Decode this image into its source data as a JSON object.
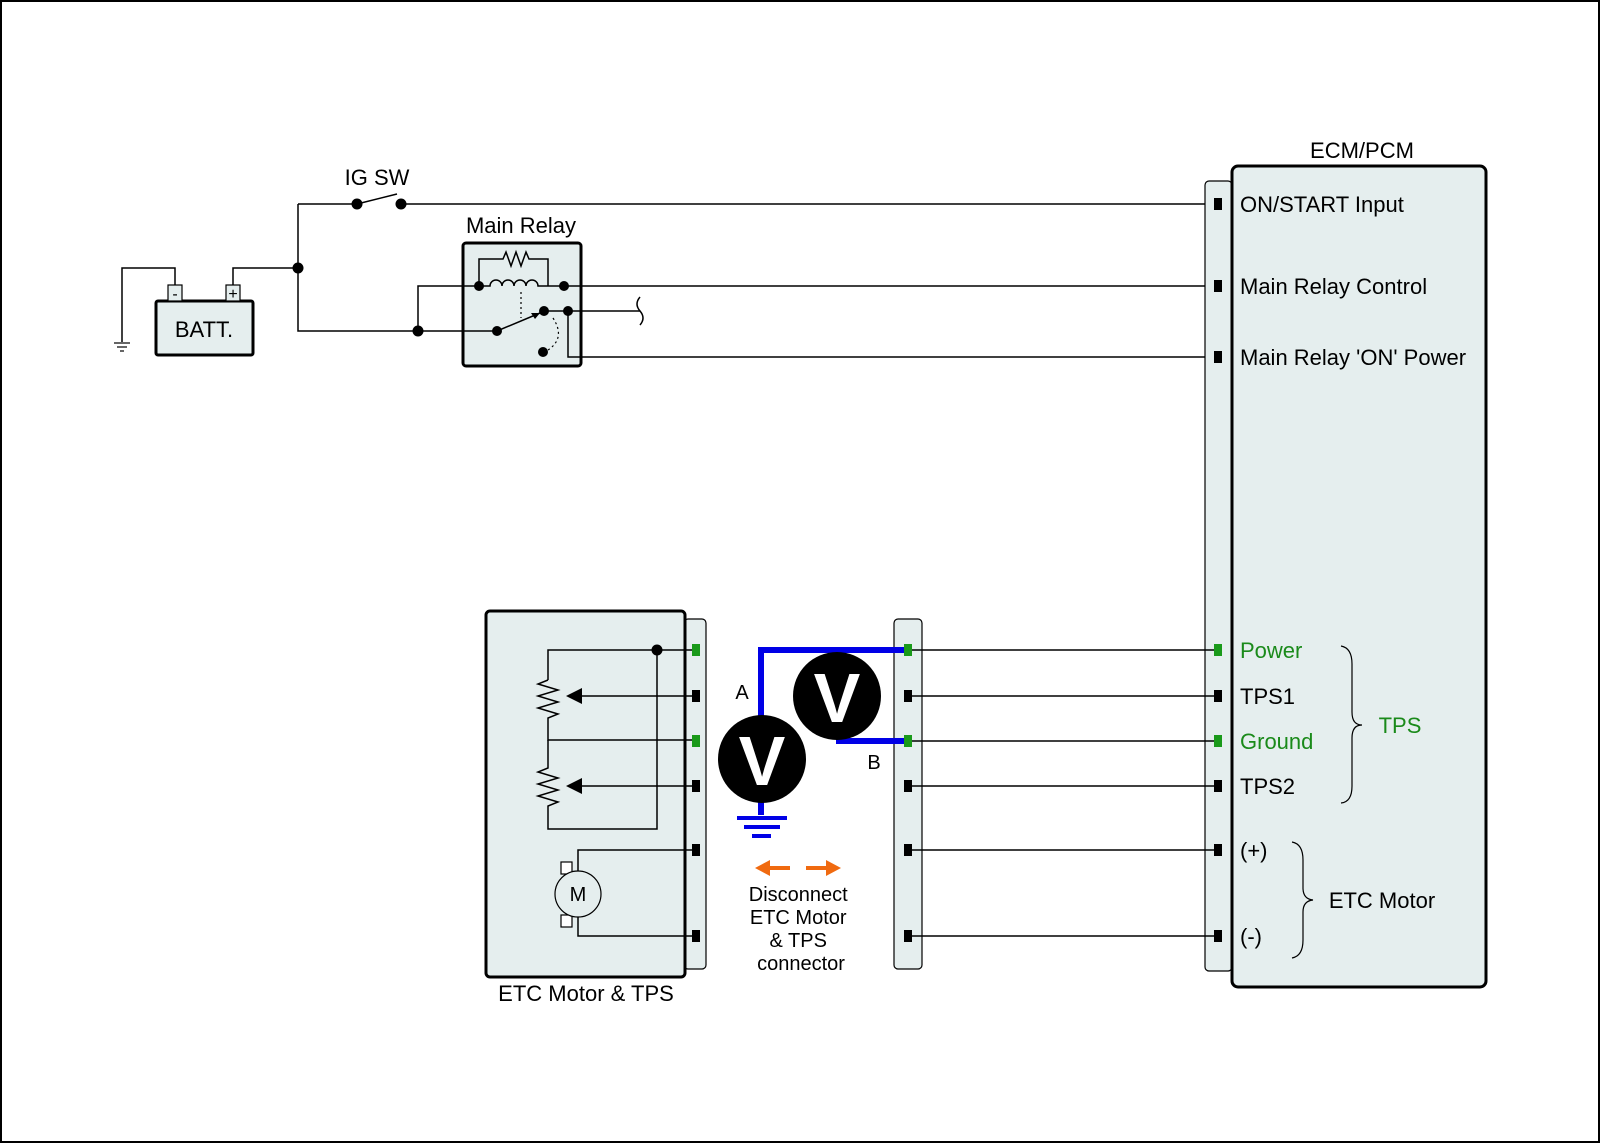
{
  "labels": {
    "ig_sw": "IG SW",
    "main_relay": "Main Relay",
    "battery": "BATT.",
    "battery_neg": "-",
    "battery_pos": "+",
    "ecm_title": "ECM/PCM",
    "etc_title": "ETC Motor & TPS",
    "motor": "M",
    "meter": "V",
    "probe_a": "A",
    "probe_b": "B",
    "tps_group": "TPS",
    "etc_motor_group": "ETC Motor",
    "disconnect": [
      "Disconnect",
      "ETC Motor",
      "& TPS",
      "connector"
    ]
  },
  "ecm_pins": [
    {
      "label": "ON/START Input",
      "highlight": false
    },
    {
      "label": "Main Relay Control",
      "highlight": false
    },
    {
      "label": "Main Relay 'ON' Power",
      "highlight": false
    },
    {
      "label": "Power",
      "highlight": true
    },
    {
      "label": "TPS1",
      "highlight": false
    },
    {
      "label": "Ground",
      "highlight": true
    },
    {
      "label": "TPS2",
      "highlight": false
    },
    {
      "label": "(+)",
      "highlight": false
    },
    {
      "label": "(-)",
      "highlight": false
    }
  ],
  "colors": {
    "highlight_text": "#1a8a1a",
    "pin_green": "#1a9a1a",
    "probe_blue": "#0000e6",
    "arrow_orange": "#f06a10",
    "box_fill": "#e5eeee"
  }
}
